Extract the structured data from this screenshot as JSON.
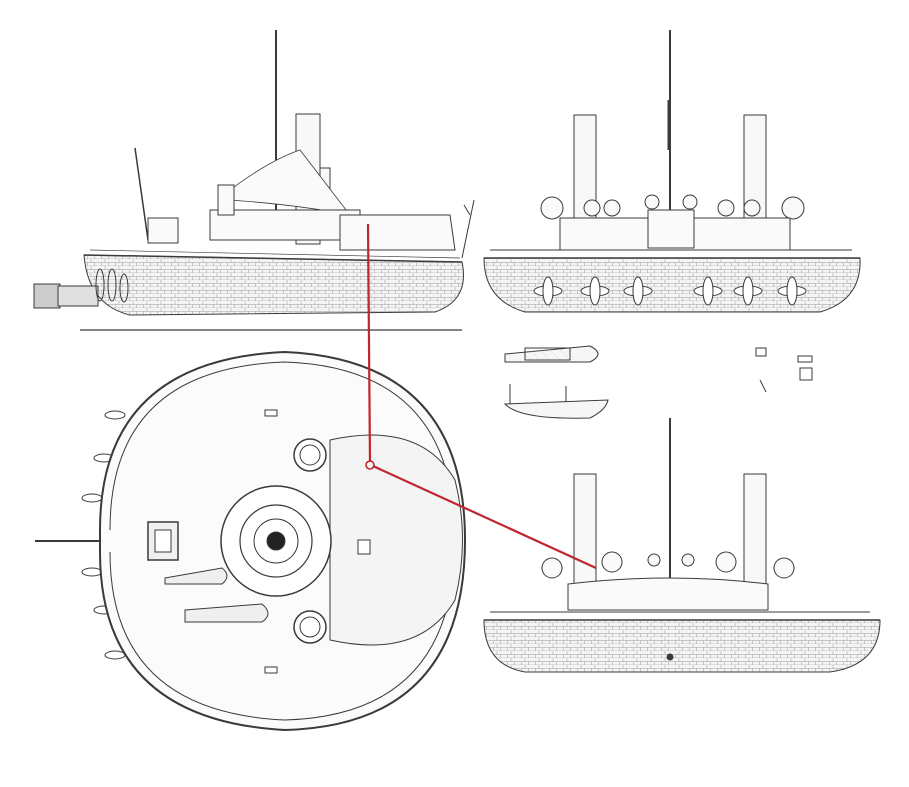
{
  "drawing": {
    "views": [
      {
        "id": "side-elevation"
      },
      {
        "id": "stern-elevation"
      },
      {
        "id": "plan-view"
      },
      {
        "id": "bow-elevation"
      },
      {
        "id": "boat-plan"
      },
      {
        "id": "boat-profile"
      },
      {
        "id": "detail-fittings"
      }
    ],
    "callout_color": "#c0262d",
    "line_color": "#3a3a3a",
    "hull_fill": "#f2f2f2"
  }
}
